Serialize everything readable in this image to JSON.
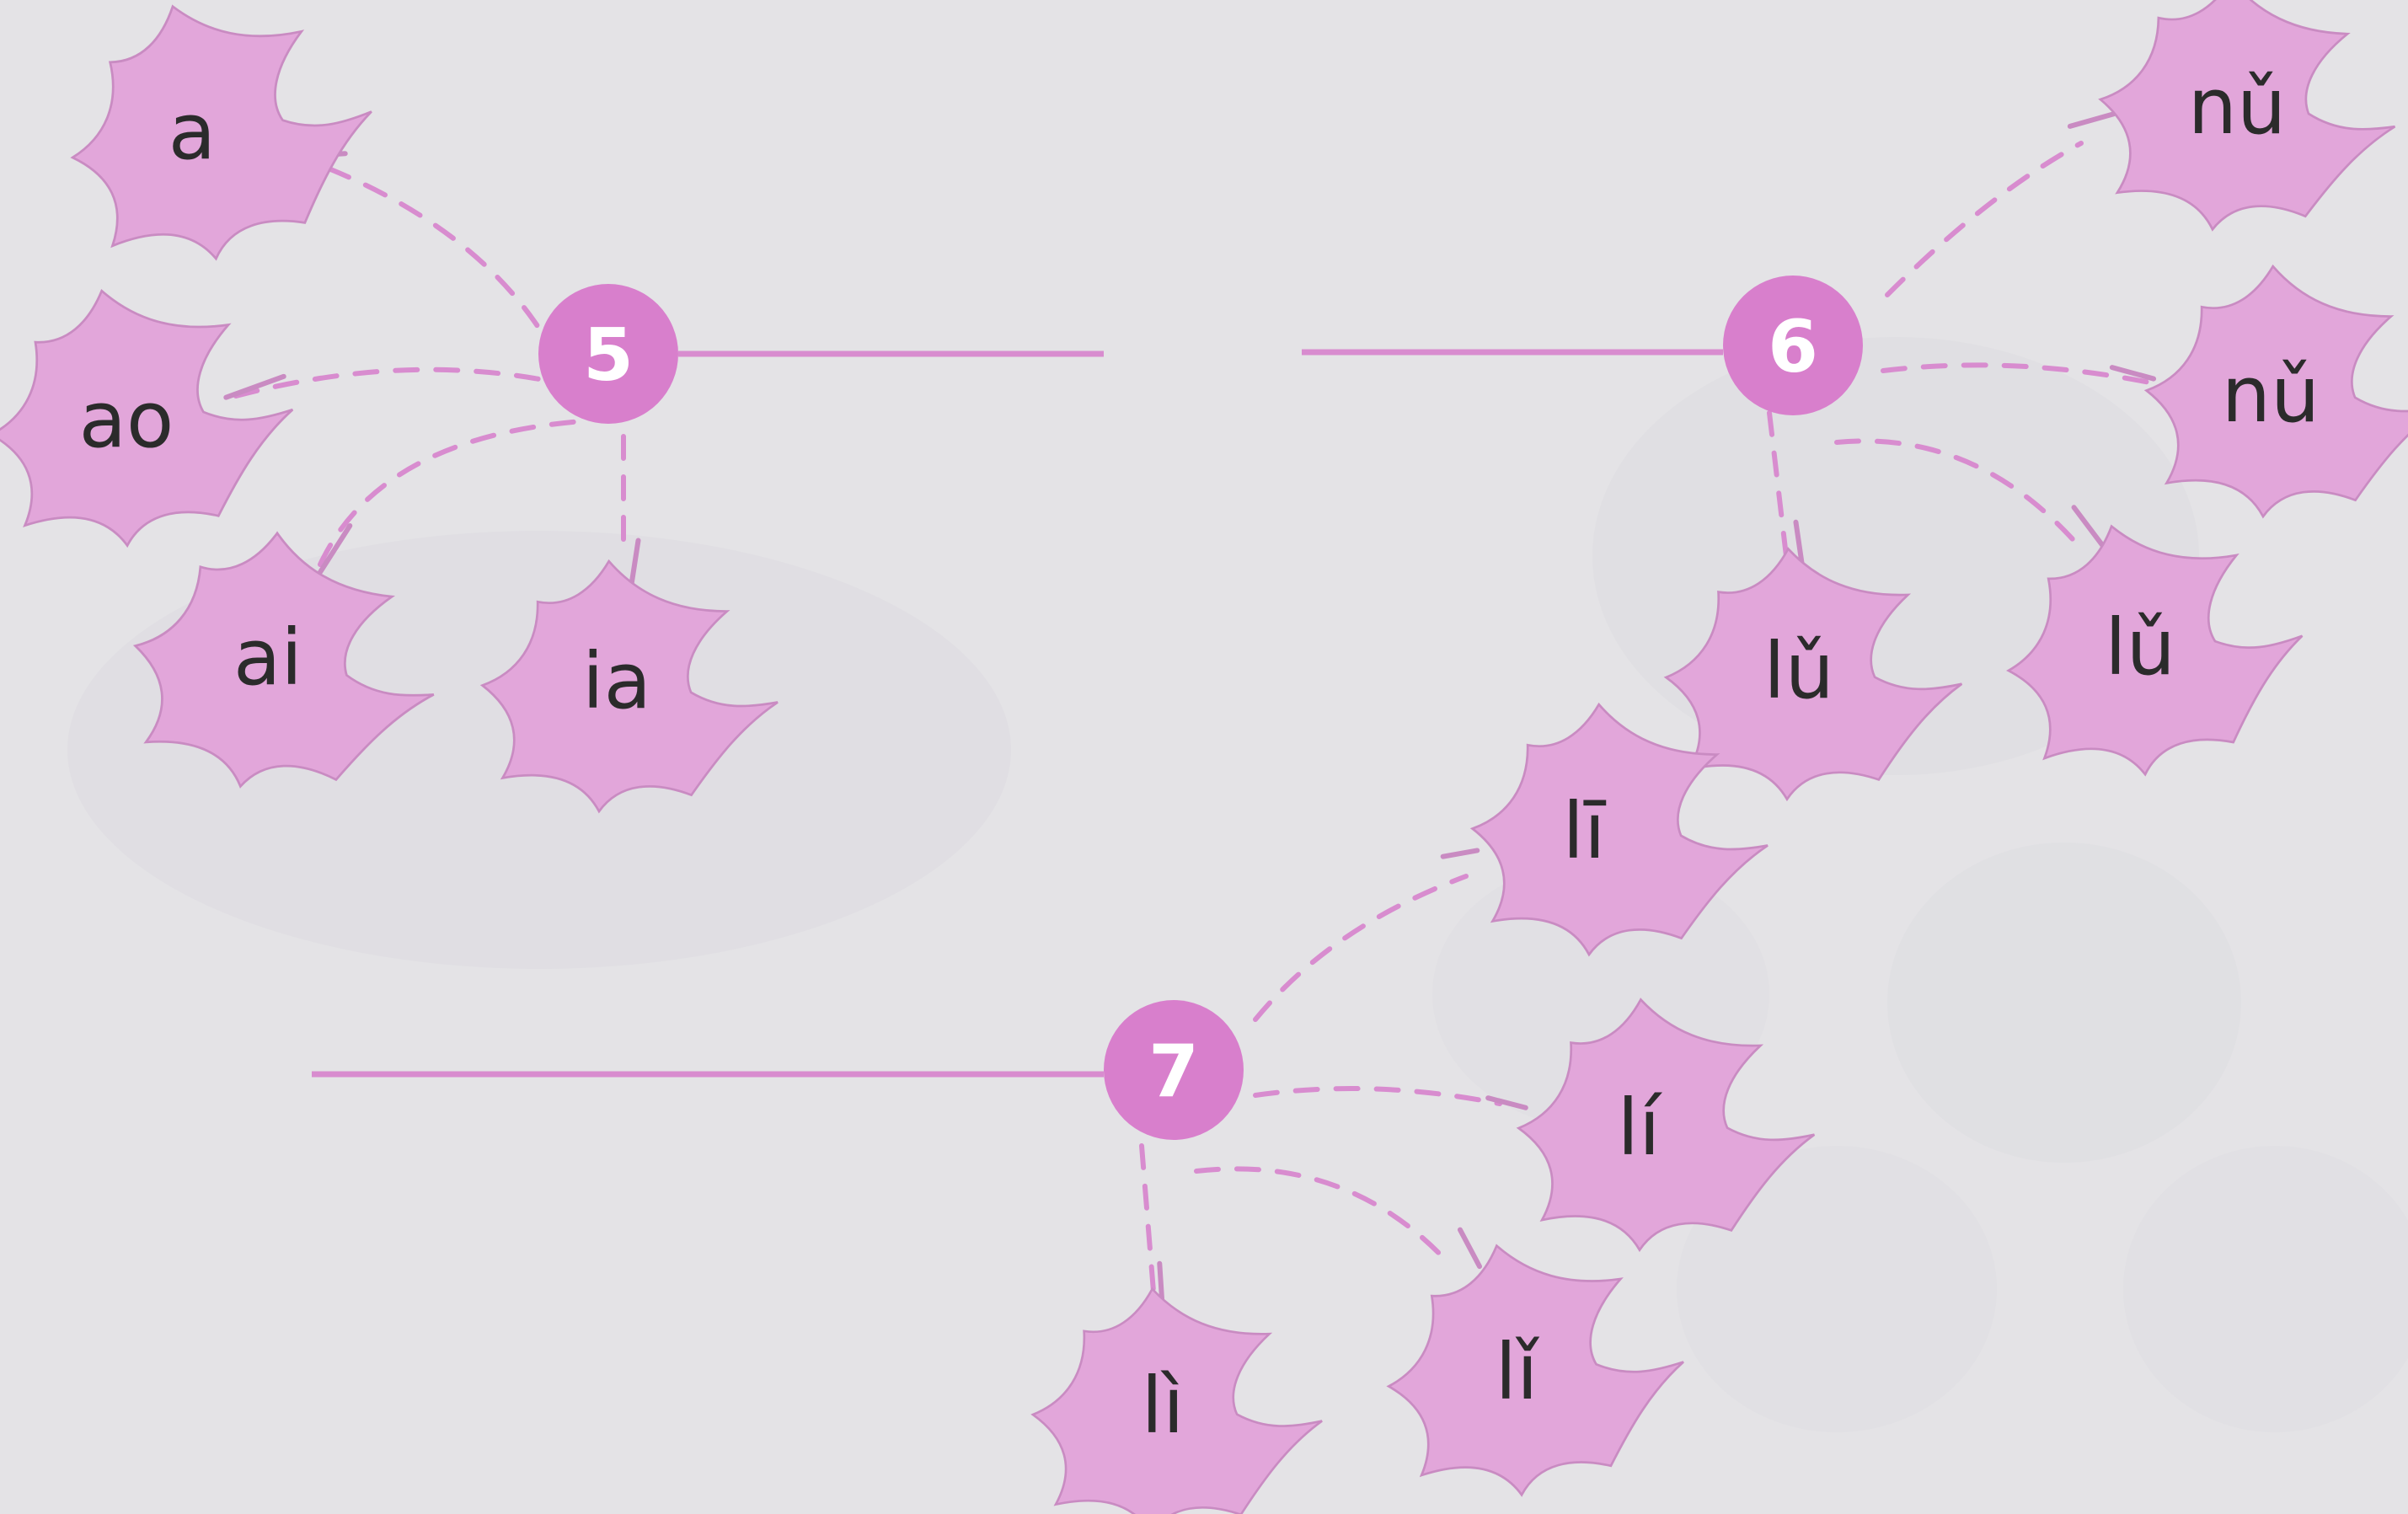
{
  "colors": {
    "background": "#e4e3e6",
    "accent": "#d87fcc",
    "leaf_fill": "#e2a6da",
    "text": "#2b2b2b"
  },
  "hubs": [
    {
      "id": "hub-5",
      "label": "5",
      "leaves": [
        "a",
        "ao",
        "ai",
        "ia"
      ]
    },
    {
      "id": "hub-6",
      "label": "6",
      "leaves": [
        "nǔ",
        "nǔ",
        "lǔ",
        "lǔ"
      ]
    },
    {
      "id": "hub-7",
      "label": "7",
      "leaves": [
        "lī",
        "lí",
        "lǐ",
        "lì"
      ]
    }
  ]
}
